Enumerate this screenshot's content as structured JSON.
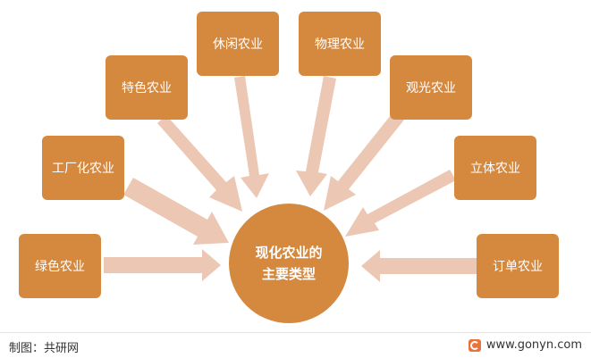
{
  "center_label": {
    "line1": "现化农业的",
    "line2": "主要类型"
  },
  "categories": [
    {
      "id": "green",
      "label": "绿色农业"
    },
    {
      "id": "factory",
      "label": "工厂化农业"
    },
    {
      "id": "specialty",
      "label": "特色农业"
    },
    {
      "id": "leisure",
      "label": "休闲农业"
    },
    {
      "id": "physics",
      "label": "物理农业"
    },
    {
      "id": "sightseeing",
      "label": "观光农业"
    },
    {
      "id": "vertical",
      "label": "立体农业"
    },
    {
      "id": "order",
      "label": "订单农业"
    }
  ],
  "footer": {
    "credit": "制图：共研网",
    "website": "www.gonyn.com"
  },
  "colors": {
    "box": "#d5893f",
    "arrow": "#ecc8b4",
    "text": "#ffffff"
  },
  "icons": {
    "logo": "gonyn-logo-icon"
  }
}
